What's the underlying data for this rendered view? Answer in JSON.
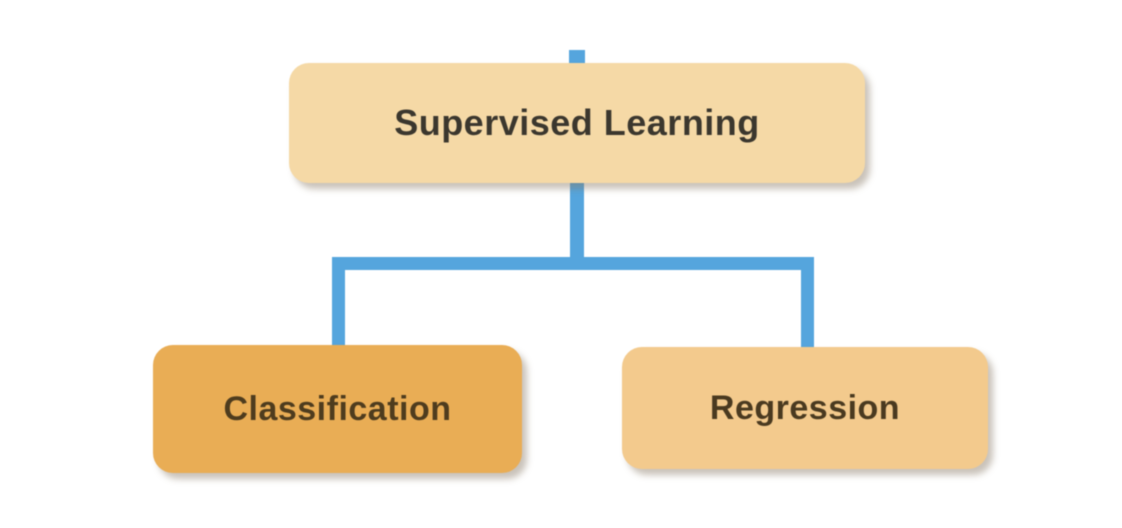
{
  "diagram": {
    "type": "tree",
    "root": {
      "label": "Supervised Learning",
      "fill": "#f5d9a6",
      "text_color": "#3b372e"
    },
    "children": [
      {
        "label": "Classification",
        "fill": "#e9ad55",
        "text_color": "#4e3c1e"
      },
      {
        "label": "Regression",
        "fill": "#f3ca8d",
        "text_color": "#4a3a20"
      }
    ],
    "connector_color": "#55a5dd",
    "background": "#ffffff"
  }
}
